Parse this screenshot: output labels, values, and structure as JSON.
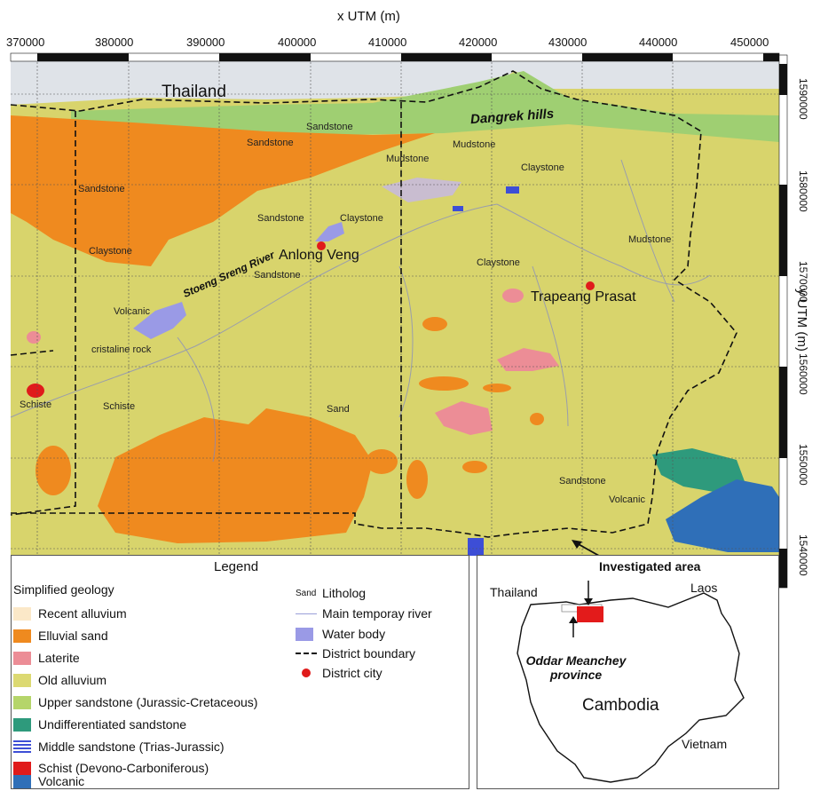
{
  "axes": {
    "x_title": "x UTM (m)",
    "y_title": "y UTM (m)",
    "x_ticks": [
      "370000",
      "380000",
      "390000",
      "400000",
      "410000",
      "420000",
      "430000",
      "440000",
      "450000"
    ],
    "y_ticks": [
      "1590000",
      "1580000",
      "1570000",
      "1560000",
      "1550000",
      "1540000"
    ]
  },
  "map": {
    "country_label": "Thailand",
    "hills_label": "Dangrek hills",
    "river_label": "Stoeng Sreng River",
    "cities": [
      "Anlong Veng",
      "Trapeang Prasat"
    ],
    "litholog_labels": [
      "Sandstone",
      "Sandstone",
      "Sandstone",
      "Mudstone",
      "Mudstone",
      "Claystone",
      "Sandstone",
      "Claystone",
      "Claystone",
      "Mudstone",
      "Claystone",
      "Sandstone",
      "Volcanic",
      "cristaline rock",
      "Schiste",
      "Schiste",
      "Sand",
      "Sandstone",
      "Volcanic"
    ]
  },
  "legend": {
    "title": "Legend",
    "geology_title": "Simplified geology",
    "geology_items": [
      {
        "label": "Recent alluvium",
        "color": "#fbe8c8"
      },
      {
        "label": "Elluvial sand",
        "color": "#ef8a1f"
      },
      {
        "label": "Laterite",
        "color": "#ec8d96"
      },
      {
        "label": "Old alluvium",
        "color": "#dcd972"
      },
      {
        "label": "Upper sandstone (Jurassic-Cretaceous)",
        "color": "#b5d56a"
      },
      {
        "label": "Undifferentiated sandstone",
        "color": "#2e9a7c"
      },
      {
        "label": "Middle sandstone (Trias-Jurassic)",
        "color": "#3d4ed6"
      },
      {
        "label": "Schist (Devono-Carboniferous)",
        "color": "#e01b1b"
      },
      {
        "label": "Volcanic",
        "color": "#2f6fb8"
      }
    ],
    "litholog_sample": "Sand",
    "litholog_label": "Litholog",
    "symbols": [
      {
        "label": "Main temporay river"
      },
      {
        "label": "Water body"
      },
      {
        "label": "District boundary"
      },
      {
        "label": "District city"
      }
    ]
  },
  "inset": {
    "investigated_label": "Investigated area",
    "province_label": "Oddar Meanchey province",
    "countries": [
      "Thailand",
      "Laos",
      "Cambodia",
      "Vietnam"
    ]
  }
}
